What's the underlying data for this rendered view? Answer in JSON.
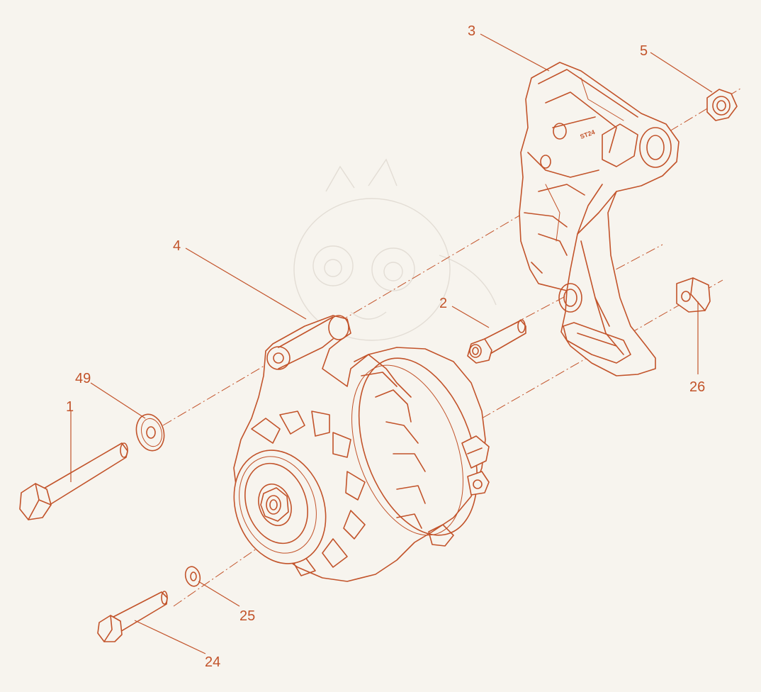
{
  "diagram": {
    "line_color": "#c2532a",
    "background": "#f7f4ee",
    "callouts": [
      {
        "id": "c3",
        "label": "3"
      },
      {
        "id": "c5",
        "label": "5"
      },
      {
        "id": "c4",
        "label": "4"
      },
      {
        "id": "c2",
        "label": "2"
      },
      {
        "id": "c26",
        "label": "26"
      },
      {
        "id": "c49",
        "label": "49"
      },
      {
        "id": "c1",
        "label": "1"
      },
      {
        "id": "c25",
        "label": "25"
      },
      {
        "id": "c24",
        "label": "24"
      }
    ],
    "bracket_stamp": "ST24"
  }
}
